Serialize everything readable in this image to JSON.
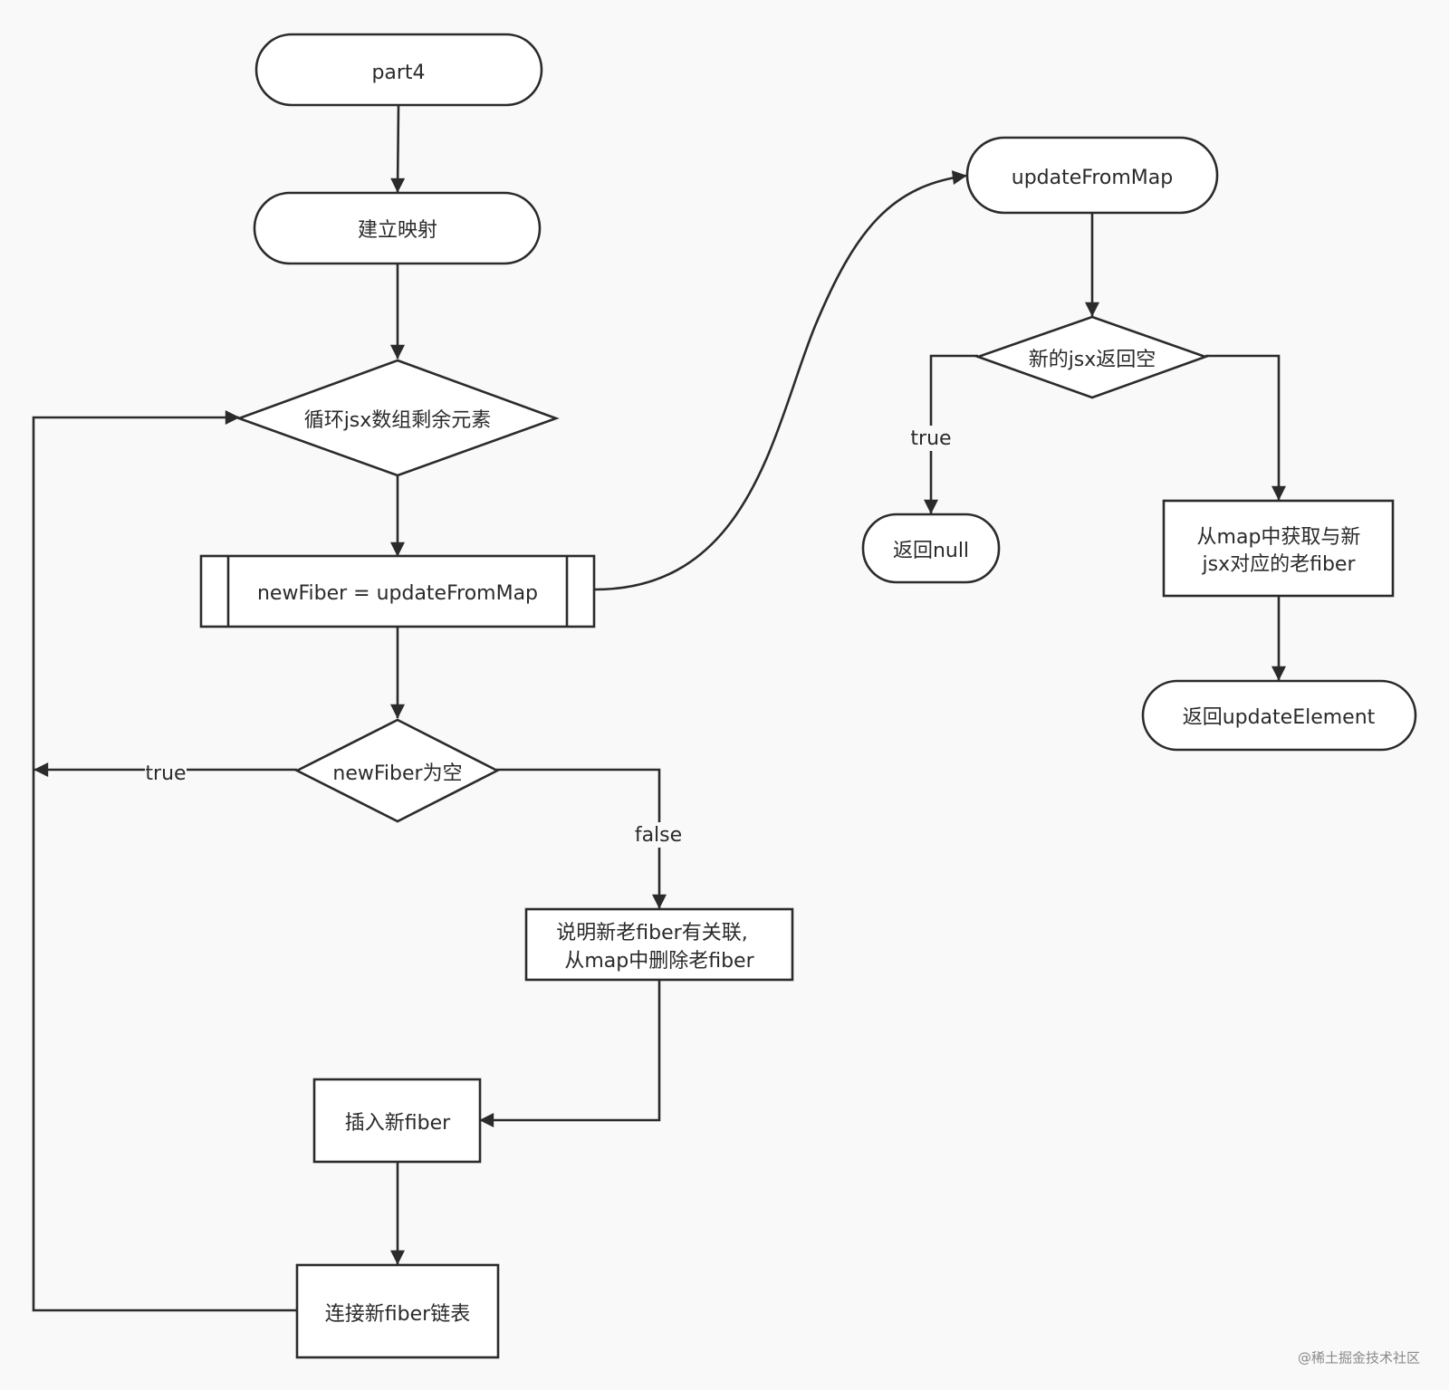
{
  "nodes": {
    "part4": "part4",
    "build_map": "建立映射",
    "loop": "循环jsx数组剩余元素",
    "new_fiber": "newFiber = updateFromMap",
    "fiber_empty": "newFiber为空",
    "related_line1": "说明新老fiber有关联,",
    "related_line2": "从map中删除老fiber",
    "insert": "插入新fiber",
    "connect": "连接新fiber链表",
    "update_from_map": "updateFromMap",
    "jsx_null": "新的jsx返回空",
    "return_null": "返回null",
    "get_old_line1": "从map中获取与新",
    "get_old_line2": "jsx对应的老fiber",
    "return_update": "返回updateElement"
  },
  "edge_labels": {
    "empty_true": "true",
    "empty_false": "false",
    "null_true": "true"
  },
  "watermark": "@稀土掘金技术社区",
  "colors": {
    "stroke": "#2b2b2b",
    "background": "#f9f9f9",
    "fill": "#ffffff"
  }
}
